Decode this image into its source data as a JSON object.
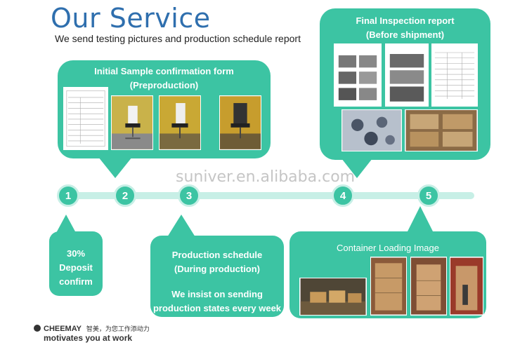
{
  "header": {
    "title": "Our Service",
    "subtitle": "We send testing pictures and production schedule report"
  },
  "initial_sample": {
    "title_line1": "Initial Sample confirmation form",
    "title_line2": "(Preproduction)"
  },
  "final_inspection": {
    "title_line1": "Final Inspection report",
    "title_line2": "(Before shipment)"
  },
  "deposit": {
    "line1": "30%",
    "line2": "Deposit",
    "line3": "confirm"
  },
  "production_schedule": {
    "line1": "Production schedule",
    "line2": "(During production)",
    "line3": "We insist on sending",
    "line4": "production states every week"
  },
  "container_loading": {
    "title": "Container Loading Image"
  },
  "timeline": {
    "steps": [
      "1",
      "2",
      "3",
      "4",
      "5"
    ]
  },
  "watermark": "suniver.en.alibaba.com",
  "footer": {
    "brand": "CHEEMAY",
    "brand_cn": "智美，为您工作添动力",
    "tagline": "motivates you at work"
  },
  "colors": {
    "accent": "#3cc4a3",
    "timeline": "#c7efe6",
    "title": "#2f6fae"
  }
}
